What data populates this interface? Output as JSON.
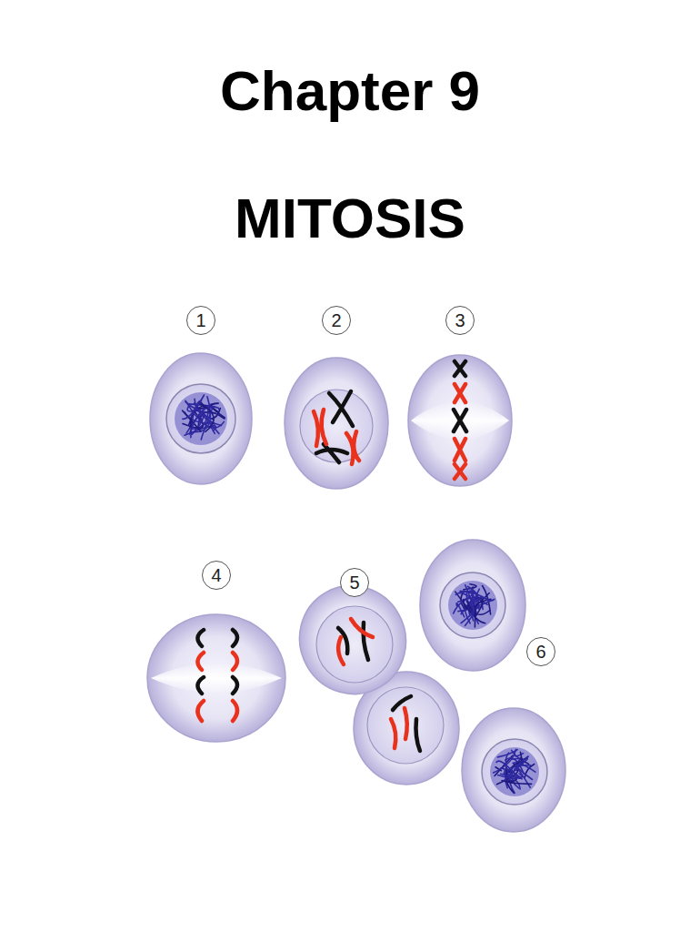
{
  "diagram": {
    "title": "Chapter 9 MITOSIS",
    "nodes": [
      {
        "text": [
          "1"
        ]
      },
      {
        "text": [
          "2"
        ]
      },
      {
        "text": [
          "3"
        ]
      },
      {
        "text": [
          "4"
        ]
      },
      {
        "text": [
          "5"
        ]
      },
      {
        "text": [
          "6"
        ]
      }
    ]
  }
}
